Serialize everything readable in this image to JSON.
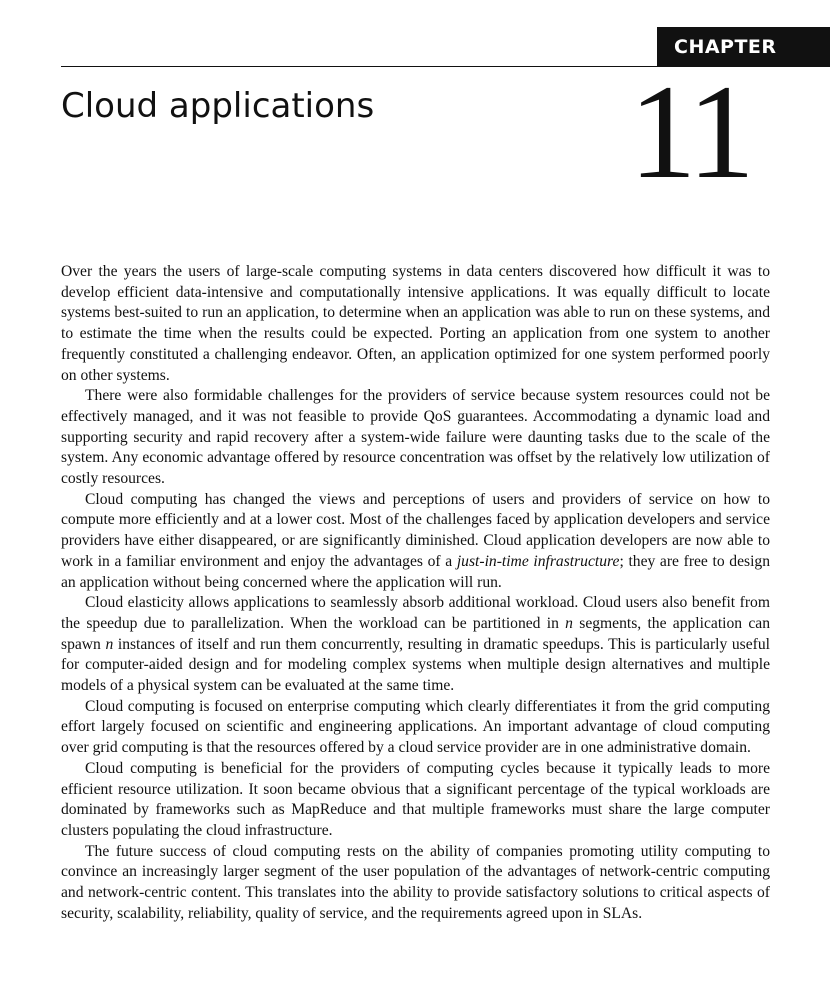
{
  "header": {
    "chapter_label": "CHAPTER",
    "chapter_number": "11",
    "title": "Cloud applications"
  },
  "paragraphs": [
    {
      "text": "Over the years the users of large-scale computing systems in data centers discovered how difficult it was to develop efficient data-intensive and computationally intensive applications. It was equally difficult to locate systems best-suited to run an application, to determine when an application was able to run on these systems, and to estimate the time when the results could be expected. Porting an application from one system to another frequently constituted a challenging endeavor. Often, an application optimized for one system performed poorly on other systems."
    },
    {
      "text": "There were also formidable challenges for the providers of service because system resources could not be effectively managed, and it was not feasible to provide QoS guarantees. Accommodating a dynamic load and supporting security and rapid recovery after a system-wide failure were daunting tasks due to the scale of the system. Any economic advantage offered by resource concentration was offset by the relatively low utilization of costly resources."
    },
    {
      "before": "Cloud computing has changed the views and perceptions of users and providers of service on how to compute more efficiently and at a lower cost. Most of the challenges faced by application developers and service providers have either disappeared, or are significantly diminished. Cloud application developers are now able to work in a familiar environment and enjoy the advantages of a ",
      "emphasis": "just-in-time infrastructure",
      "after": "; they are free to design an application without being concerned where the application will run."
    },
    {
      "before": "Cloud elasticity allows applications to seamlessly absorb additional workload. Cloud users also benefit from the speedup due to parallelization. When the workload can be partitioned in ",
      "var1": "n",
      "middle": " segments, the application can spawn ",
      "var2": "n",
      "after": " instances of itself and run them concurrently, resulting in dramatic speedups. This is particularly useful for computer-aided design and for modeling complex systems when multiple design alternatives and multiple models of a physical system can be evaluated at the same time."
    },
    {
      "text": "Cloud computing is focused on enterprise computing which clearly differentiates it from the grid computing effort largely focused on scientific and engineering applications. An important advantage of cloud computing over grid computing is that the resources offered by a cloud service provider are in one administrative domain."
    },
    {
      "text": "Cloud computing is beneficial for the providers of computing cycles because it typically leads to more efficient resource utilization. It soon became obvious that a significant percentage of the typical workloads are dominated by frameworks such as MapReduce and that multiple frameworks must share the large computer clusters populating the cloud infrastructure."
    },
    {
      "text": "The future success of cloud computing rests on the ability of companies promoting utility computing to convince an increasingly larger segment of the user population of the advantages of network-centric computing and network-centric content. This translates into the ability to provide satisfactory solutions to critical aspects of security, scalability, reliability, quality of service, and the requirements agreed upon in SLAs."
    }
  ]
}
